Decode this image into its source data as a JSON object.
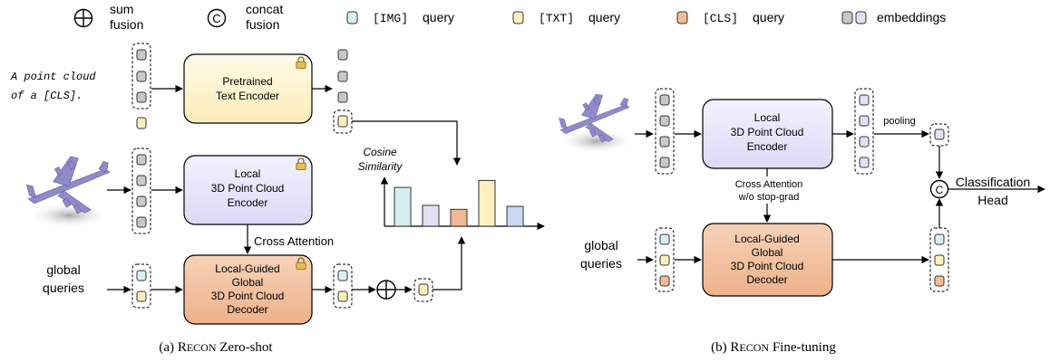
{
  "legend": {
    "sum_symbol": "⊕",
    "sum_line1": "sum",
    "sum_line2": "fusion",
    "concat_symbol": "C",
    "concat_line1": "concat",
    "concat_line2": "fusion",
    "img_code": "[IMG]",
    "img_word": "query",
    "txt_code": "[TXT]",
    "txt_word": "query",
    "cls_code": "[CLS]",
    "cls_word": "query",
    "embeddings": "embeddings"
  },
  "zero_shot": {
    "prompt_line1": "A point cloud",
    "prompt_line2": "of a [CLS].",
    "text_encoder_line1": "Pretrained",
    "text_encoder_line2": "Text Encoder",
    "pc_encoder_line1": "Local",
    "pc_encoder_line2": "3D Point Cloud",
    "pc_encoder_line3": "Encoder",
    "cross_attention": "Cross Attention",
    "decoder_line1": "Local-Guided",
    "decoder_line2": "Global",
    "decoder_line3": "3D Point Cloud",
    "decoder_line4": "Decoder",
    "global_line1": "global",
    "global_line2": "queries",
    "cosine_line1": "Cosine",
    "cosine_line2": "Similarity",
    "caption_prefix": "(a) ",
    "caption_big1": "R",
    "caption_small": "ECON",
    "caption_rest": " Zero-shot"
  },
  "fine_tuning": {
    "encoder_line1": "Local",
    "encoder_line2": "3D Point Cloud",
    "encoder_line3": "Encoder",
    "cross_attention_line1": "Cross Attention",
    "cross_attention_line2": "w/o stop-grad",
    "decoder_line1": "Local-Guided",
    "decoder_line2": "Global",
    "decoder_line3": "3D Point Cloud",
    "decoder_line4": "Decoder",
    "global_line1": "global",
    "global_line2": "queries",
    "pooling": "pooling",
    "head_line1": "Classification",
    "head_line2": "Head",
    "concat_symbol": "C",
    "caption_prefix": "(b) ",
    "caption_big1": "R",
    "caption_small": "ECON",
    "caption_rest": " Fine-tuning"
  },
  "similarity_chart": {
    "values": [
      0.78,
      0.42,
      0.34,
      0.92,
      0.4
    ],
    "colors": [
      "#d5eef0",
      "#e1def5",
      "#f0b895",
      "#fff0c2",
      "#c9d8f3"
    ]
  },
  "colors": {
    "token_gray": "#c8c8c8",
    "token_purple": "#e2e0f6",
    "token_cyan": "#d8f0f2",
    "token_yellow": "#fdefbe",
    "token_orange": "#f1bc98",
    "text_encoder_fill": "#fdf3cc",
    "pc_encoder_fill": "#e5e4fa",
    "decoder_fill": "#f3c4a3",
    "lock_fill": "#e9bd4e"
  }
}
